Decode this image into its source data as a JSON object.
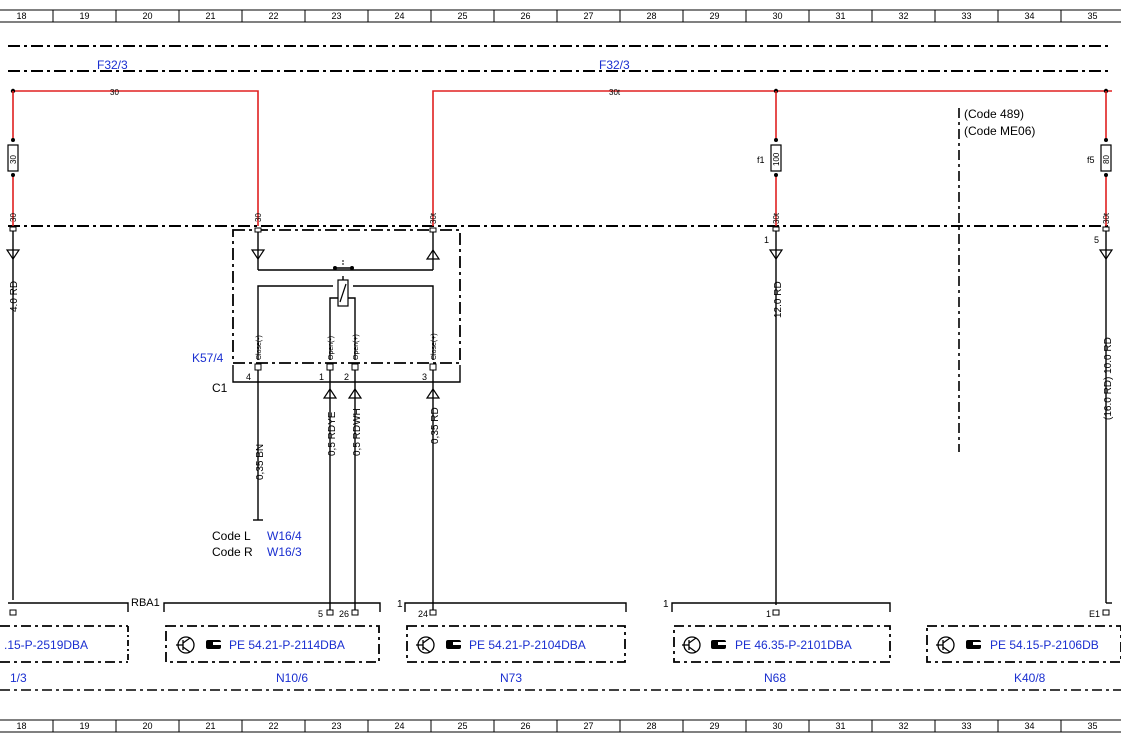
{
  "ruler": {
    "numbers": [
      "18",
      "19",
      "20",
      "21",
      "22",
      "23",
      "24",
      "25",
      "26",
      "27",
      "28",
      "29",
      "30",
      "31",
      "32",
      "33",
      "34",
      "35"
    ]
  },
  "fuse_boxes": {
    "left": "F32/3",
    "right": "F32/3"
  },
  "wires": {
    "bus_left": "30",
    "bus_right": "30t",
    "drop_left": "30",
    "drop_relay_in": "30",
    "drop_relay_out": "30t",
    "drop_f1": "30t",
    "drop_f5": "30t",
    "wire_left": "4.0 RD",
    "wire_n68": "12.0 RD",
    "wire_k40": "(16.0 RD) 10.0 RD",
    "wire_close_minus": "0,35 BN",
    "wire_open_minus": "0,5 RDYE",
    "wire_open_plus": "0,5 RDWH",
    "wire_close_plus": "0,35 RD"
  },
  "fuses": {
    "left_rating": "30",
    "f1_label": "f1",
    "f1_rating": "100",
    "f5_label": "f5",
    "f5_rating": "80"
  },
  "pins": {
    "f1_pin": "1",
    "f5_pin": "5",
    "c1_pin4": "4",
    "c1_pin1": "1",
    "c1_pin2": "2",
    "c1_pin3": "3",
    "n10_pin5": "5",
    "n10_pin26": "26",
    "n73_pin24": "24",
    "n73_pin1": "1",
    "n68_pin1a": "1",
    "n68_pin1b": "1",
    "k40_pin": "E1"
  },
  "relay": {
    "label": "K57/4",
    "connector": "C1",
    "pin_close_minus": "Close(-)",
    "pin_open_minus": "Open(-)",
    "pin_open_plus": "Open(+)",
    "pin_close_plus": "Close(+)"
  },
  "codes": {
    "code489": "(Code 489)",
    "codeME06": "(Code ME06)",
    "code_l": "Code L",
    "code_l_ref": "W16/4",
    "code_r": "Code R",
    "code_r_ref": "W16/3"
  },
  "modules": {
    "rba1": "RBA1",
    "left_ref": ".15-P-2519DBA",
    "left_name": "1/3",
    "n10_ref": "PE 54.21-P-2114DBA",
    "n10_name": "N10/6",
    "n73_ref": "PE 54.21-P-2104DBA",
    "n73_name": "N73",
    "n68_ref": "PE 46.35-P-2101DBA",
    "n68_name": "N68",
    "k40_ref": "PE 54.15-P-2106DB",
    "k40_name": "K40/8"
  }
}
